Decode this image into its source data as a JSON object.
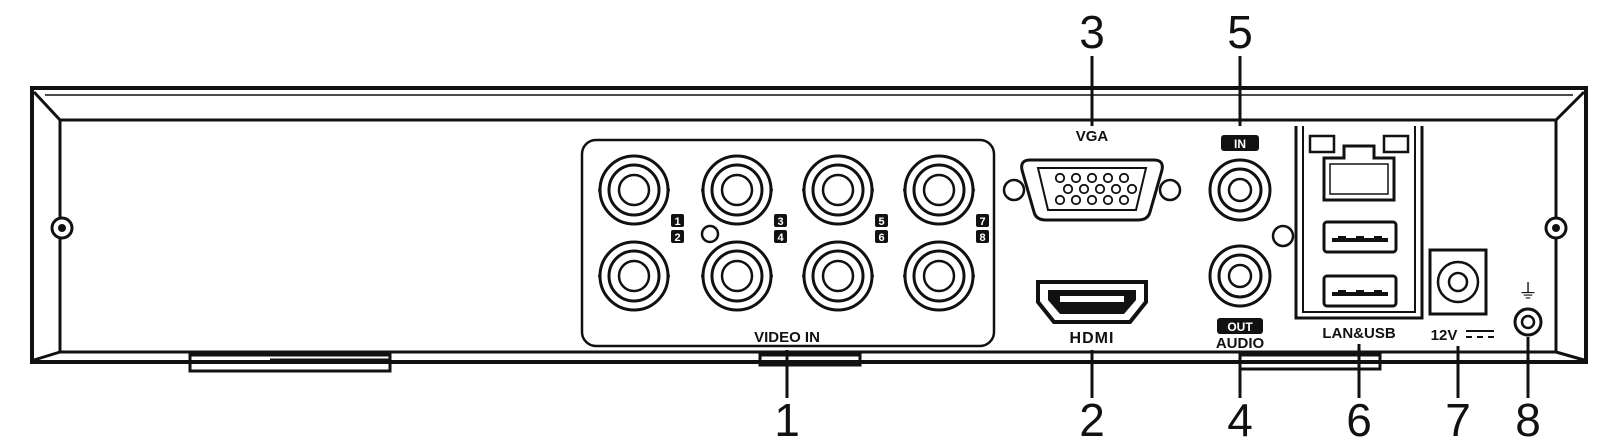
{
  "labels": {
    "video_in": "VIDEO IN",
    "vga": "VGA",
    "hdmi": "HDMI",
    "audio": "AUDIO",
    "audio_in": "IN",
    "audio_out": "OUT",
    "lan_usb": "LAN&USB",
    "power": "12V",
    "ground": "⏚"
  },
  "channel_numbers": [
    "1",
    "2",
    "3",
    "4",
    "5",
    "6",
    "7",
    "8"
  ],
  "callouts": {
    "video_in": "1",
    "hdmi": "2",
    "vga": "3",
    "audio_out": "4",
    "audio_in": "5",
    "lan_usb": "6",
    "power": "7",
    "ground": "8"
  }
}
